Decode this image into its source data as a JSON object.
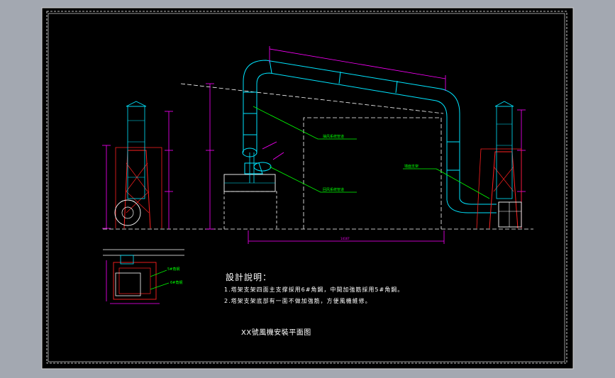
{
  "colors": {
    "background": "#a3a8b1",
    "sheet": "#000000",
    "duct": "#00e5ff",
    "dimension": "#ff00ff",
    "support": "#ff2020",
    "leader": "#00ff00",
    "dashed": "#ffffff",
    "equipment": "#ffffff",
    "text": "#ffffff"
  },
  "labels": {
    "left_leader": "抽风系统管道",
    "lower_leader": "回风系统管道",
    "right_leader": "墙面支架",
    "angle_1": "5#角钢",
    "angle_2": "6#角钢",
    "dim_width": "14167"
  },
  "notes": {
    "title": "設計說明：",
    "line1": "1.塔架支架四面主支撑採用6#角鋼，中間加強筋採用5#角鋼。",
    "line2": "2.塔架支架底部有一面不做加強筋，方便風機維修。"
  },
  "drawing_title": "XX號風機安裝平面图"
}
